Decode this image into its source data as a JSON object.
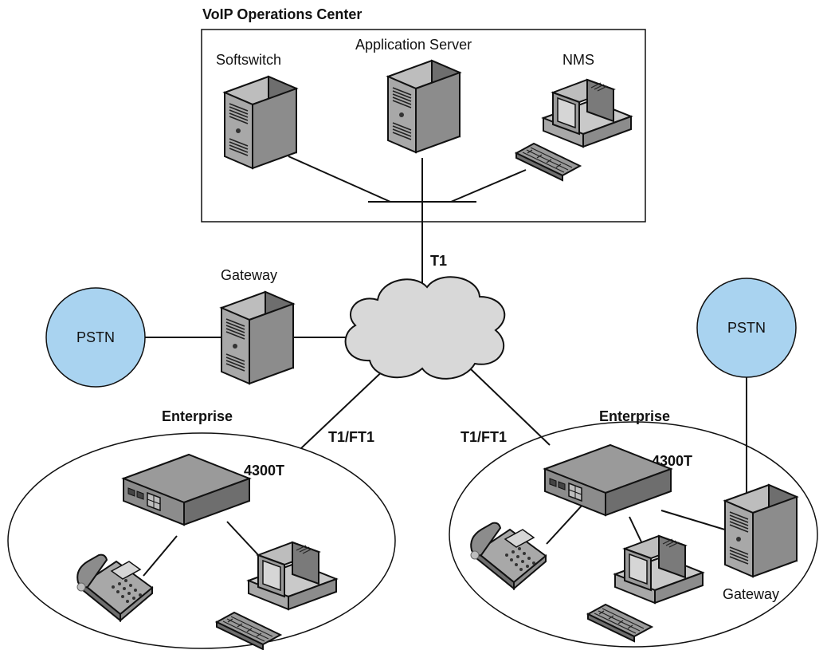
{
  "ops_center": {
    "title": "VoIP Operations Center",
    "softswitch_label": "Softswitch",
    "app_server_label": "Application Server",
    "nms_label": "NMS"
  },
  "network": {
    "uplink_label": "T1",
    "gateway_label": "Gateway",
    "pstn_left_label": "PSTN",
    "pstn_right_label": "PSTN",
    "link_left_label": "T1/FT1",
    "link_right_label": "T1/FT1"
  },
  "enterprise_left": {
    "title": "Enterprise",
    "router_label": "4300T"
  },
  "enterprise_right": {
    "title": "Enterprise",
    "router_label": "4300T",
    "gateway_label": "Gateway"
  },
  "colors": {
    "pstn_fill": "#a9d3f0",
    "cloud_fill": "#d8d8d8",
    "device_fill": "#8c8c8c"
  },
  "icons": [
    "server-icon",
    "computer-icon",
    "keyboard-icon",
    "phone-icon",
    "router-icon",
    "cloud-icon"
  ]
}
